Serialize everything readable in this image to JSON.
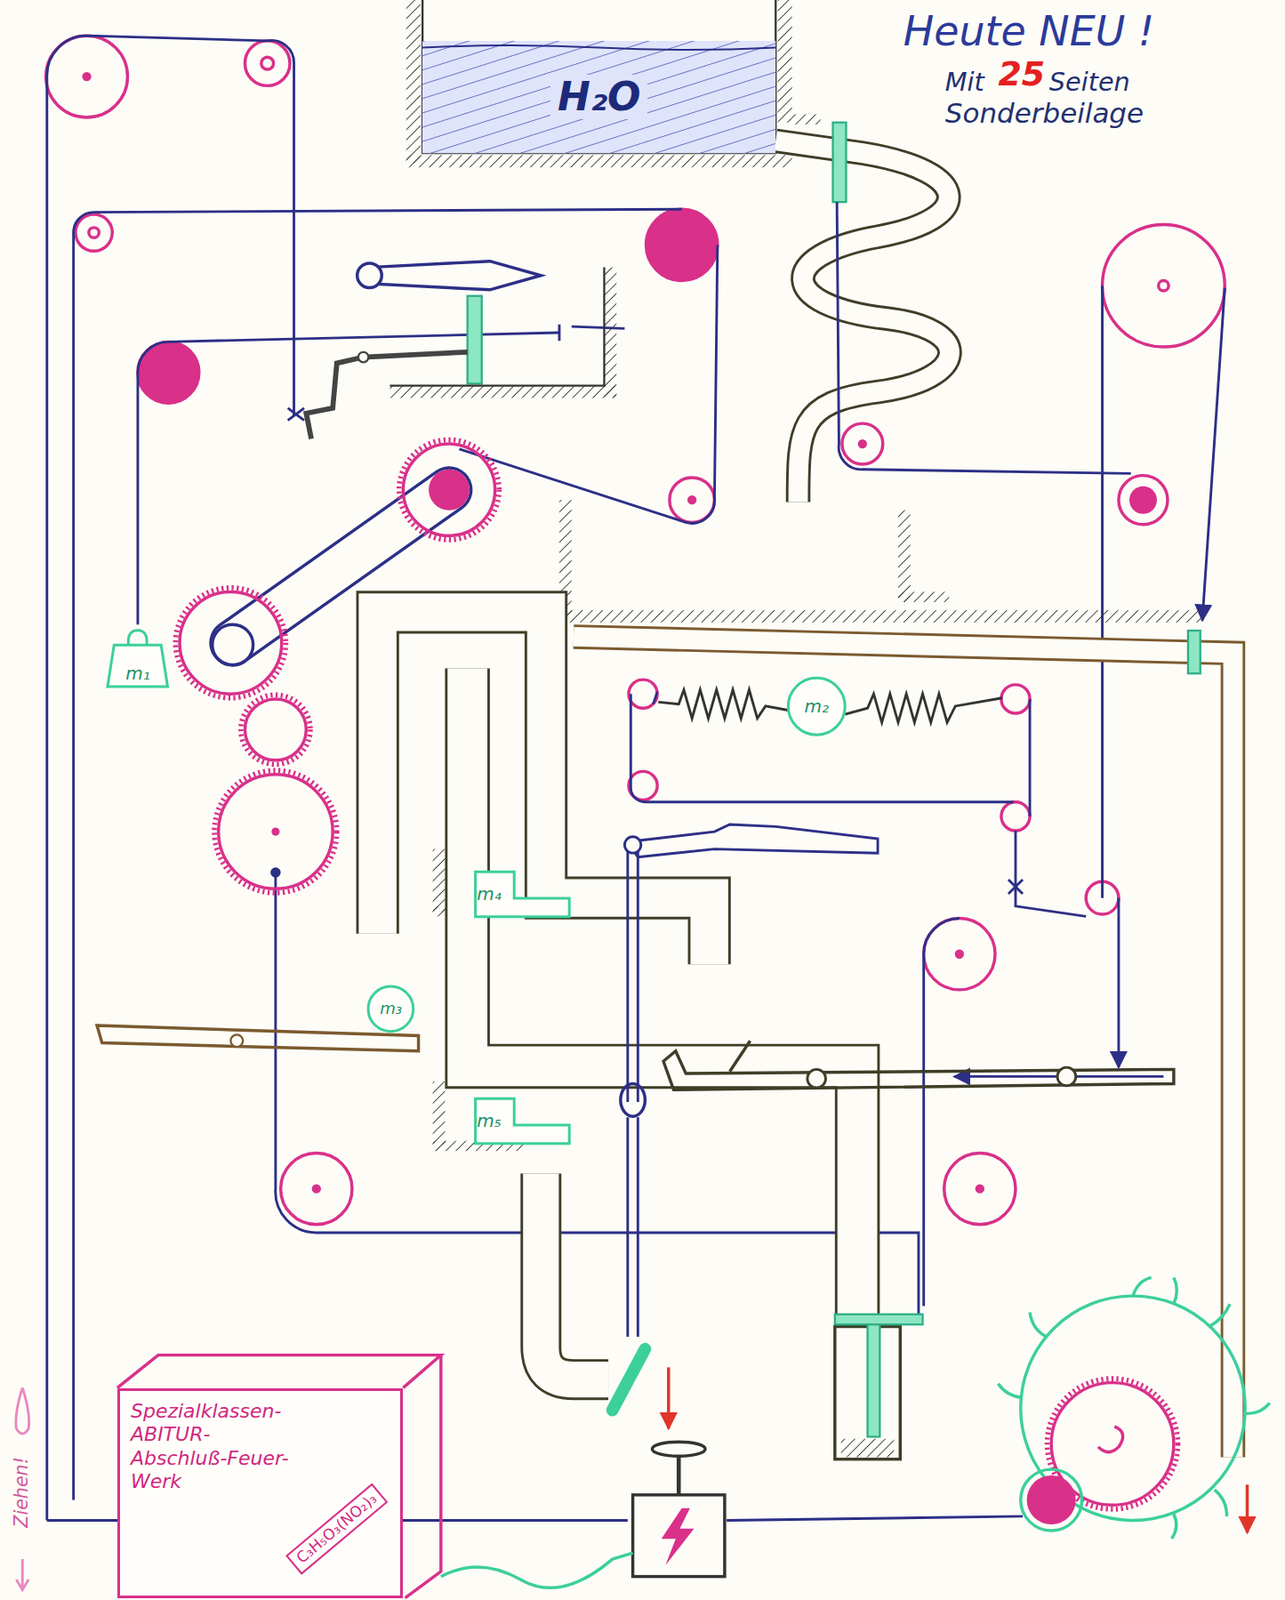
{
  "diagram": {
    "nodes": [
      {
        "text": [
          "H₂O"
        ]
      },
      {
        "text": [
          "m₁"
        ]
      },
      {
        "text": [
          "m₂"
        ]
      },
      {
        "text": [
          "m₃"
        ]
      },
      {
        "text": [
          "m₄"
        ]
      },
      {
        "text": [
          "m₅"
        ]
      },
      {
        "text": [
          "Spezialklassen-ABITUR-Abschluß-Feuer-Werk",
          "C₃H₅O₃(NO₂)₃"
        ]
      }
    ],
    "labels": [
      "Heute NEU !",
      "Mit",
      "25",
      "Seiten",
      "Sonderbeilage",
      "Ziehen!"
    ]
  }
}
